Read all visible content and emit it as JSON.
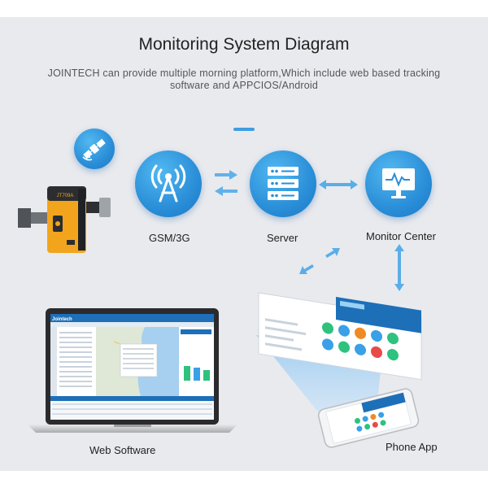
{
  "header": {
    "title": "Monitoring System Diagram",
    "subtitle_line1": "JOINTECH can provide multiple morning platform,Which include web based tracking",
    "subtitle_line2": "software and APPCIOS/Android"
  },
  "nodes": {
    "gsm": {
      "label": "GSM/3G",
      "icon": "cell-tower-icon"
    },
    "server": {
      "label": "Server",
      "icon": "server-icon"
    },
    "monitor": {
      "label": "Monitor Center",
      "icon": "monitor-pulse-icon"
    },
    "satellite": {
      "icon": "satellite-icon"
    },
    "web": {
      "label": "Web Software"
    },
    "phone": {
      "label": "Phone App"
    }
  },
  "device": {
    "brand": "JT709A"
  },
  "web_screen": {
    "logo": "Jointech"
  },
  "colors": {
    "accent": "#2a8ed8",
    "arrow": "#5aaee8",
    "panel": "#e9eaee"
  }
}
